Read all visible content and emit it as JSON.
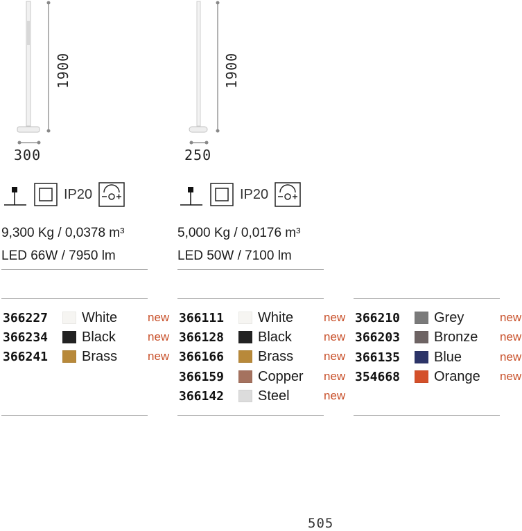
{
  "lamps": [
    {
      "height": "1900",
      "base": "300",
      "ip": "IP20",
      "weight": "9,300 Kg / 0,0378 m³",
      "led": "LED 66W / 7950 lm",
      "products": [
        {
          "code": "366227",
          "name": "White",
          "badge": "new",
          "color": "#f6f5f2"
        },
        {
          "code": "366234",
          "name": "Black",
          "badge": "new",
          "color": "#222222"
        },
        {
          "code": "366241",
          "name": "Brass",
          "badge": "new",
          "color": "#b8893a"
        }
      ]
    },
    {
      "height": "1900",
      "base": "250",
      "ip": "IP20",
      "weight": "5,000 Kg / 0,0176 m³",
      "led": "LED 50W / 7100 lm",
      "products": [
        {
          "code": "366111",
          "name": "White",
          "badge": "new",
          "color": "#f6f5f2"
        },
        {
          "code": "366128",
          "name": "Black",
          "badge": "new",
          "color": "#222222"
        },
        {
          "code": "366166",
          "name": "Brass",
          "badge": "new",
          "color": "#b8893a"
        },
        {
          "code": "366159",
          "name": "Copper",
          "badge": "new",
          "color": "#a5725f"
        },
        {
          "code": "366142",
          "name": "Steel",
          "badge": "new",
          "color": "#dcdcdc"
        }
      ]
    }
  ],
  "extra_products": [
    {
      "code": "366210",
      "name": "Grey",
      "badge": "new",
      "color": "#7a7a7a"
    },
    {
      "code": "366203",
      "name": "Bronze",
      "badge": "new",
      "color": "#6e6464"
    },
    {
      "code": "366135",
      "name": "Blue",
      "badge": "new",
      "color": "#2c3468"
    },
    {
      "code": "354668",
      "name": "Orange",
      "badge": "new",
      "color": "#d4502a"
    }
  ],
  "page_number": "505"
}
